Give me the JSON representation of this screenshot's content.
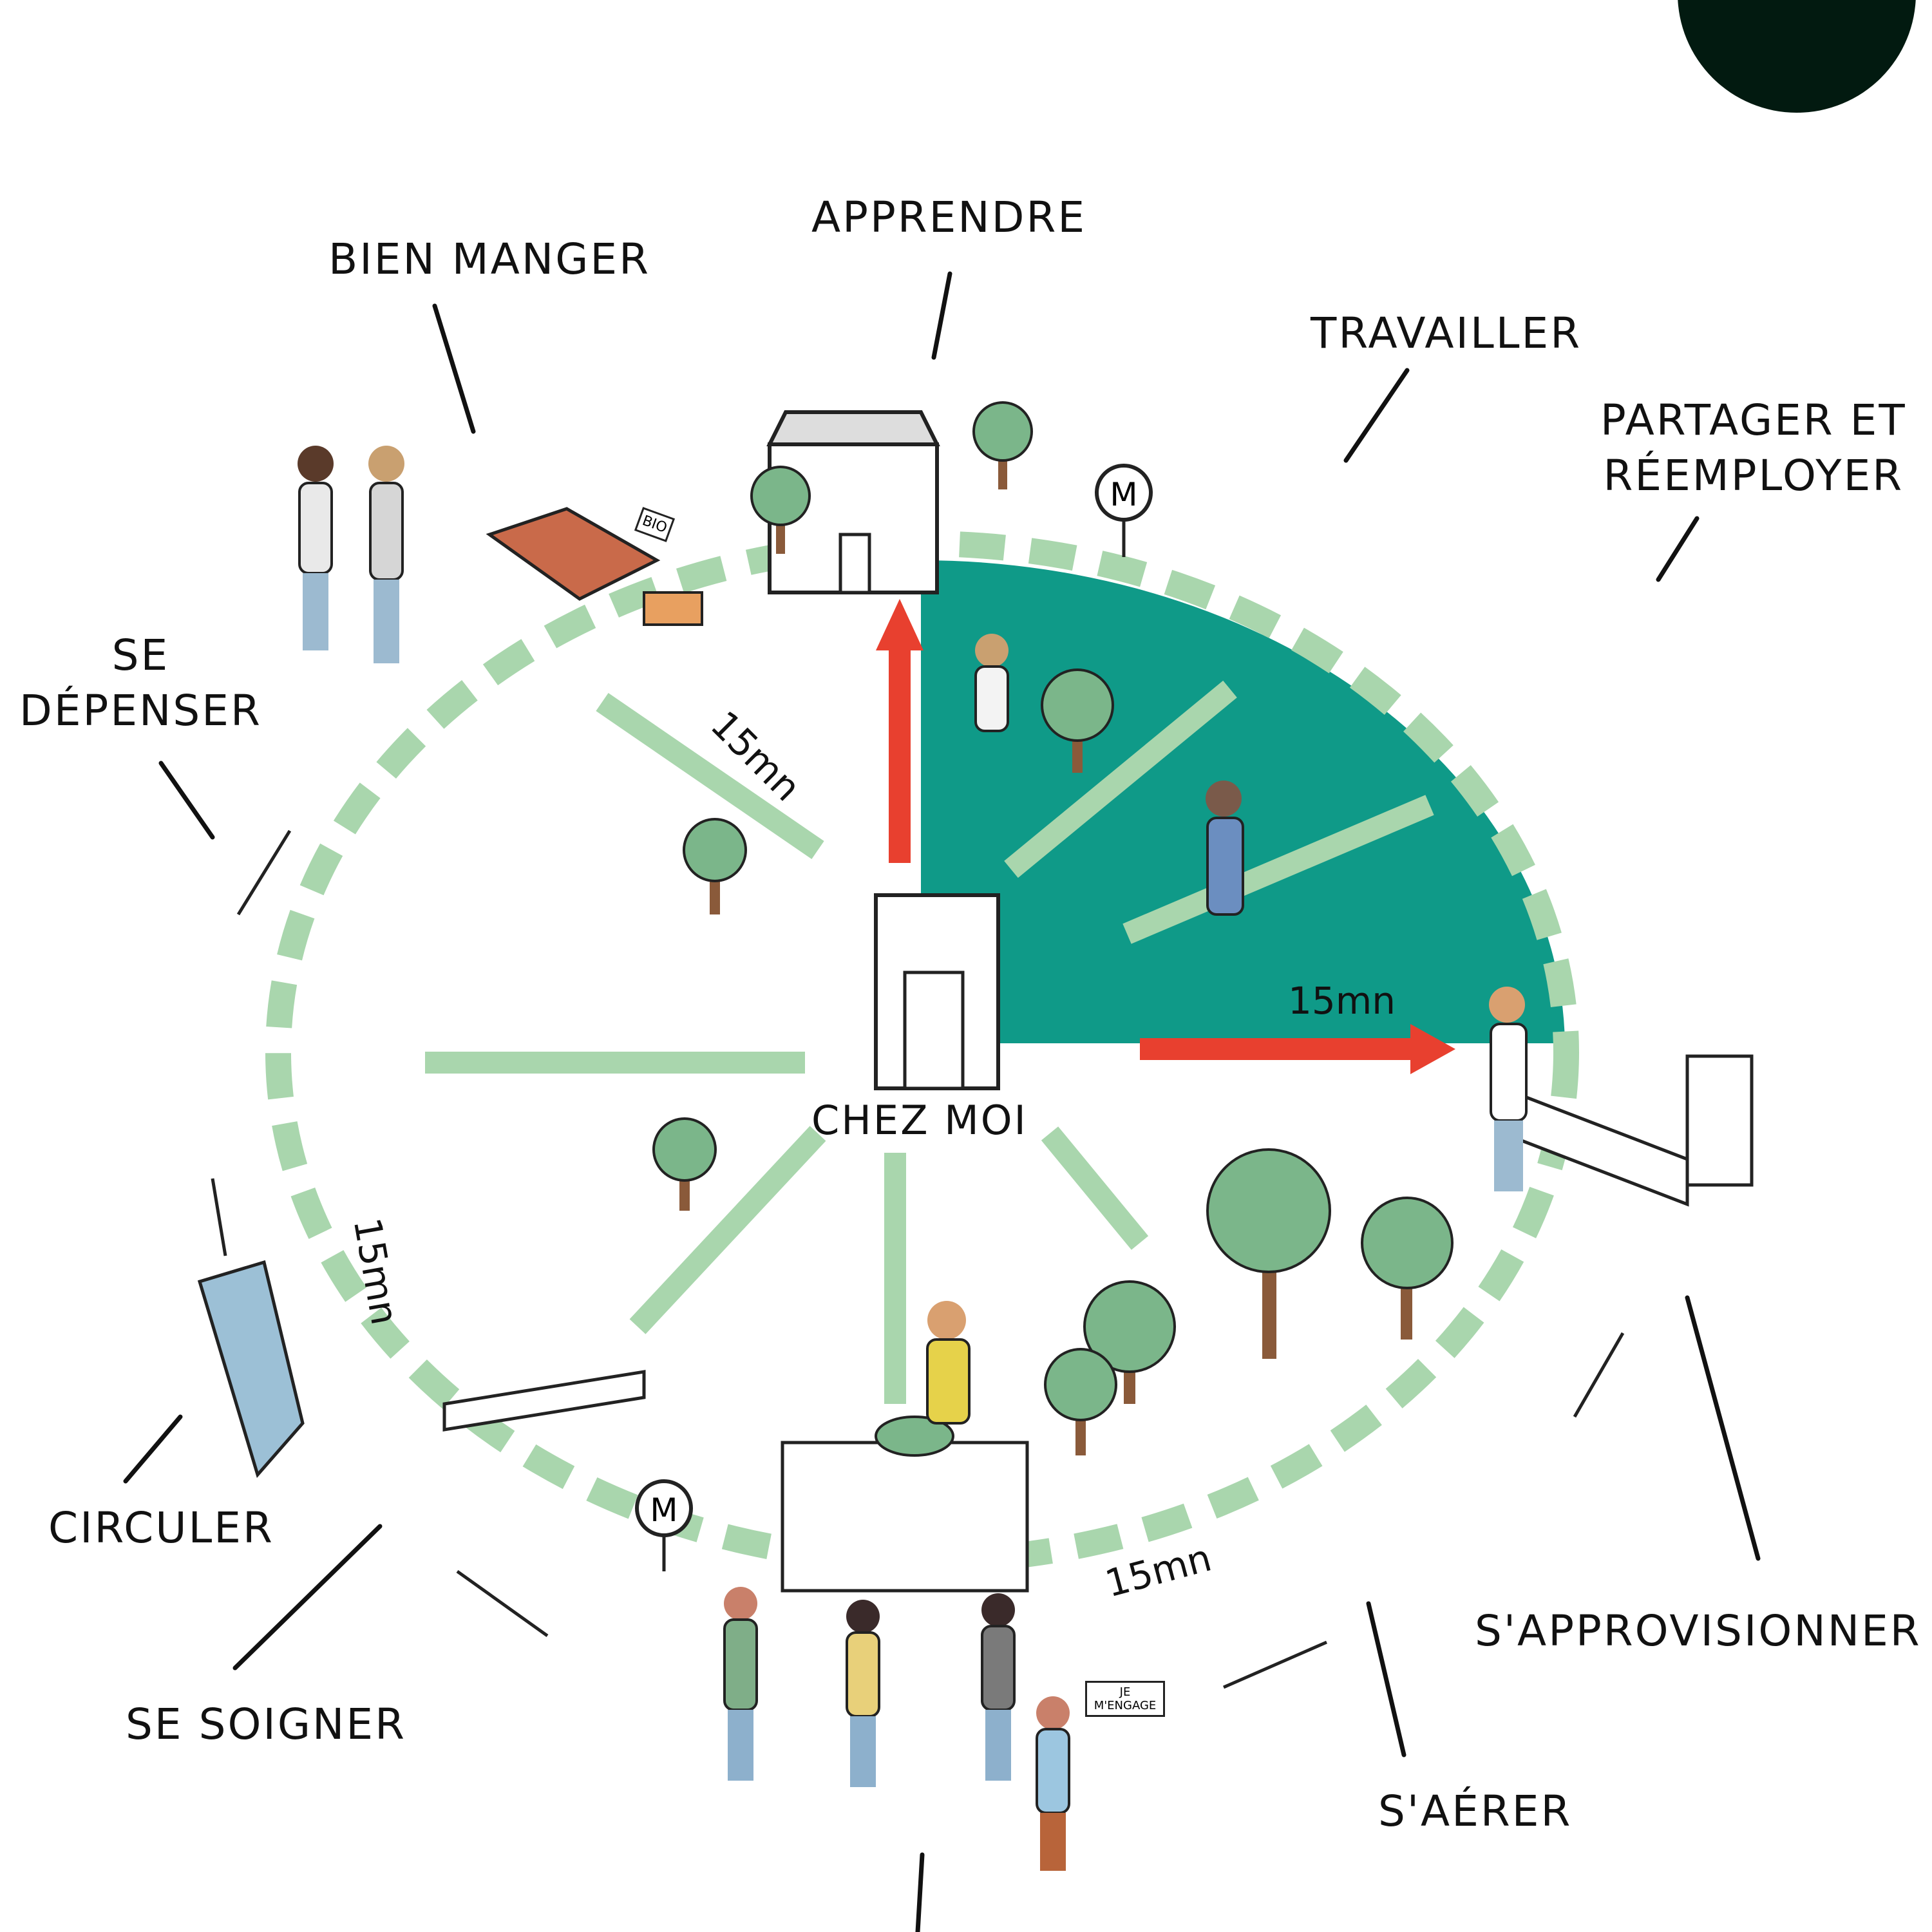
{
  "colors": {
    "teal": "#0f9a88",
    "path_green": "#a9d6ad",
    "arrow_red": "#e8402f",
    "dark_circle": "#021a10",
    "ink": "#111111"
  },
  "labels": {
    "apprendre": "APPRENDRE",
    "bien_manger": "BIEN MANGER",
    "travailler": "TRAVAILLER",
    "partager_line1": "PARTAGER ET",
    "partager_line2": "RÉEMPLOYER",
    "se_depenser_line1": "SE",
    "se_depenser_line2": "DÉPENSER",
    "circuler": "CIRCULER",
    "se_soigner": "SE SOIGNER",
    "s_aerer": "S'AÉRER",
    "s_approvisionner": "S'APPROVISIONNER",
    "chez_moi": "CHEZ MOI"
  },
  "distances": {
    "top_left": "15mn",
    "right": "15mn",
    "left": "15mn",
    "bottom": "15mn"
  },
  "signs": {
    "bio": "BIO",
    "metro": "M",
    "je_mengage": "JE M'ENGAGE"
  }
}
